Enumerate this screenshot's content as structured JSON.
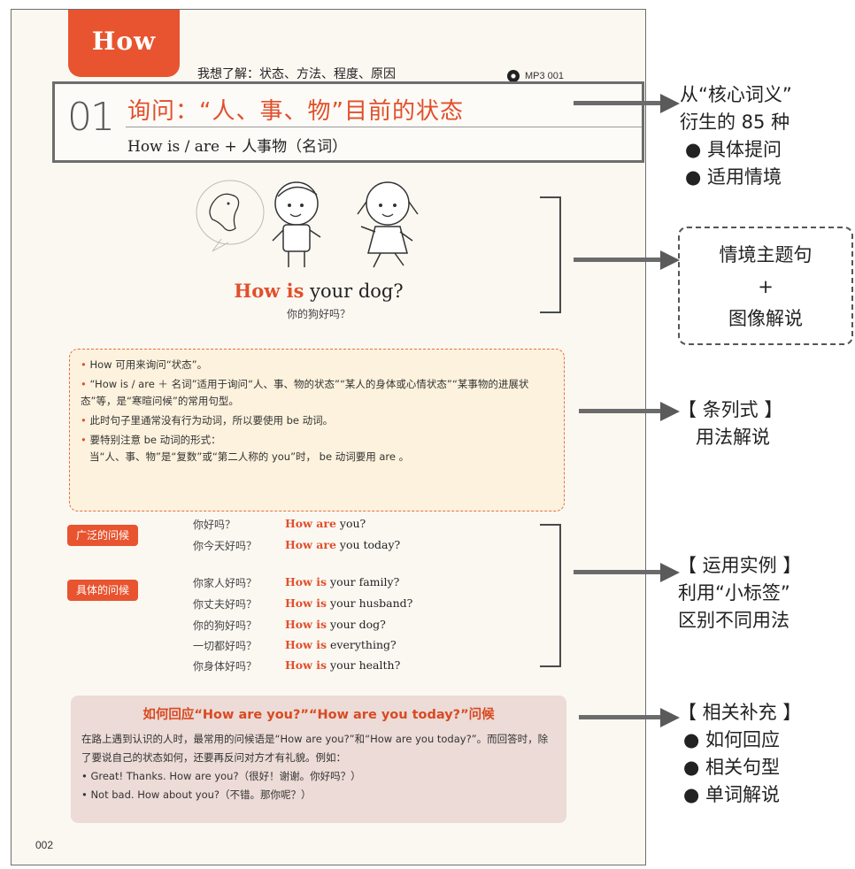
{
  "page": {
    "tab": "How",
    "subtitle": "我想了解：状态、方法、程度、原因",
    "audio_label": "MP3 001",
    "title_number": "01",
    "title": "询问：“人、事、物”目前的状态",
    "title_sub": "How is / are + 人事物（名词）",
    "main_sentence_em": "How is",
    "main_sentence_rest": " your dog?",
    "main_translation": "你的狗好吗？",
    "page_number": "002"
  },
  "notes": [
    "How 可用来询问“状态”。",
    "“How is / are ＋ 名词”适用于询问“人、事、物的状态”“某人的身体或心情状态”“某事物的进展状态”等，是“寒暄问候”的常用句型。",
    "此时句子里通常没有行为动词，所以要使用 be 动词。",
    "要特别注意 be 动词的形式：",
    "当“人、事、物”是“复数”或“第二人称的 you”时， be 动词要用 are 。"
  ],
  "examples": {
    "tag_general": "广泛的问候",
    "tag_specific": "具体的问候",
    "general": [
      {
        "zh": "你好吗？",
        "em": "How are",
        "en": " you?"
      },
      {
        "zh": "你今天好吗？",
        "em": "How are",
        "en": " you today?"
      }
    ],
    "specific": [
      {
        "zh": "你家人好吗？",
        "em": "How is",
        "en": " your family?"
      },
      {
        "zh": "你丈夫好吗？",
        "em": "How is",
        "en": " your husband?"
      },
      {
        "zh": "你的狗好吗？",
        "em": "How is",
        "en": " your dog?"
      },
      {
        "zh": "一切都好吗？",
        "em": "How is",
        "en": " everything?"
      },
      {
        "zh": "你身体好吗？",
        "em": "How is",
        "en": " your health?"
      }
    ]
  },
  "supplement": {
    "title": "如何回应“How are you?”“How are you today?”问候",
    "body": "在路上遇到认识的人时，最常用的问候语是“How are you?”和“How are you today?”。而回答时，除了要说自己的状态如何，还要再反问对方才有礼貌。例如：",
    "items": [
      "Great! Thanks. How are you?（很好！谢谢。你好吗？）",
      "Not bad. How about you?（不错。那你呢？）"
    ]
  },
  "annotations": {
    "a1_lines": [
      "从“核心词义”",
      "衍生的 85 种",
      "● 具体提问",
      "● 适用情境"
    ],
    "a2_lines": [
      "情境主题句",
      "+",
      "图像解说"
    ],
    "a3_lines": [
      "【 条列式 】",
      "用法解说"
    ],
    "a4_lines": [
      "【 运用实例 】",
      "利用“小标签”",
      "区别不同用法"
    ],
    "a5_lines": [
      "【 相关补充 】",
      "● 如何回应",
      "● 相关句型",
      "● 单词解说"
    ]
  },
  "colors": {
    "accent": "#e8542f",
    "note_bg": "#fdf2dd",
    "supp_bg": "#ecdbd6",
    "arrow": "#6b6b6b"
  }
}
